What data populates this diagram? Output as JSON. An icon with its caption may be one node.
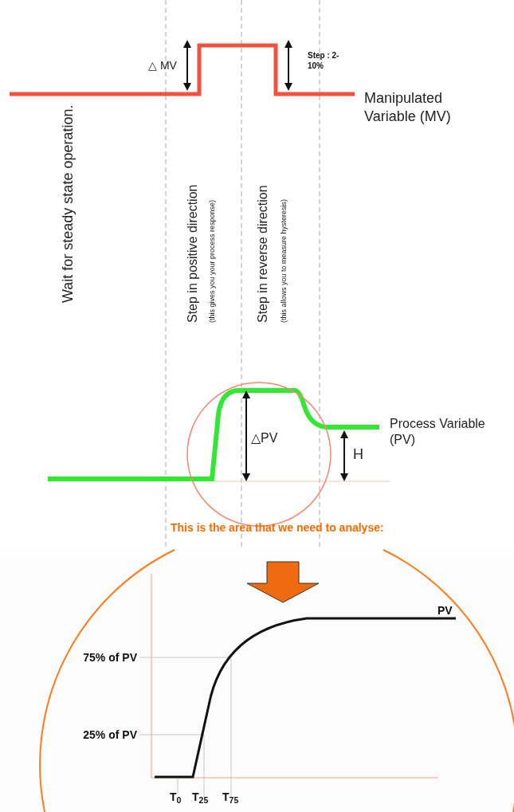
{
  "diagram": {
    "labels": [
      "△ MV",
      "Step : 2-10%",
      "Manipulated Variable (MV)",
      "Wait for steady state operation.",
      "Step in positive direction",
      "(this gives you your process response)",
      "Step in reverse direction",
      "(this allows you to measure hysteresis)",
      "△PV",
      "H",
      "Process Variable (PV)",
      "This is the area that we need to analyse:",
      "PV",
      "75% of PV",
      "25% of PV",
      "T$_{0}$",
      "T$_{25}$",
      "T$_{75}$"
    ]
  }
}
